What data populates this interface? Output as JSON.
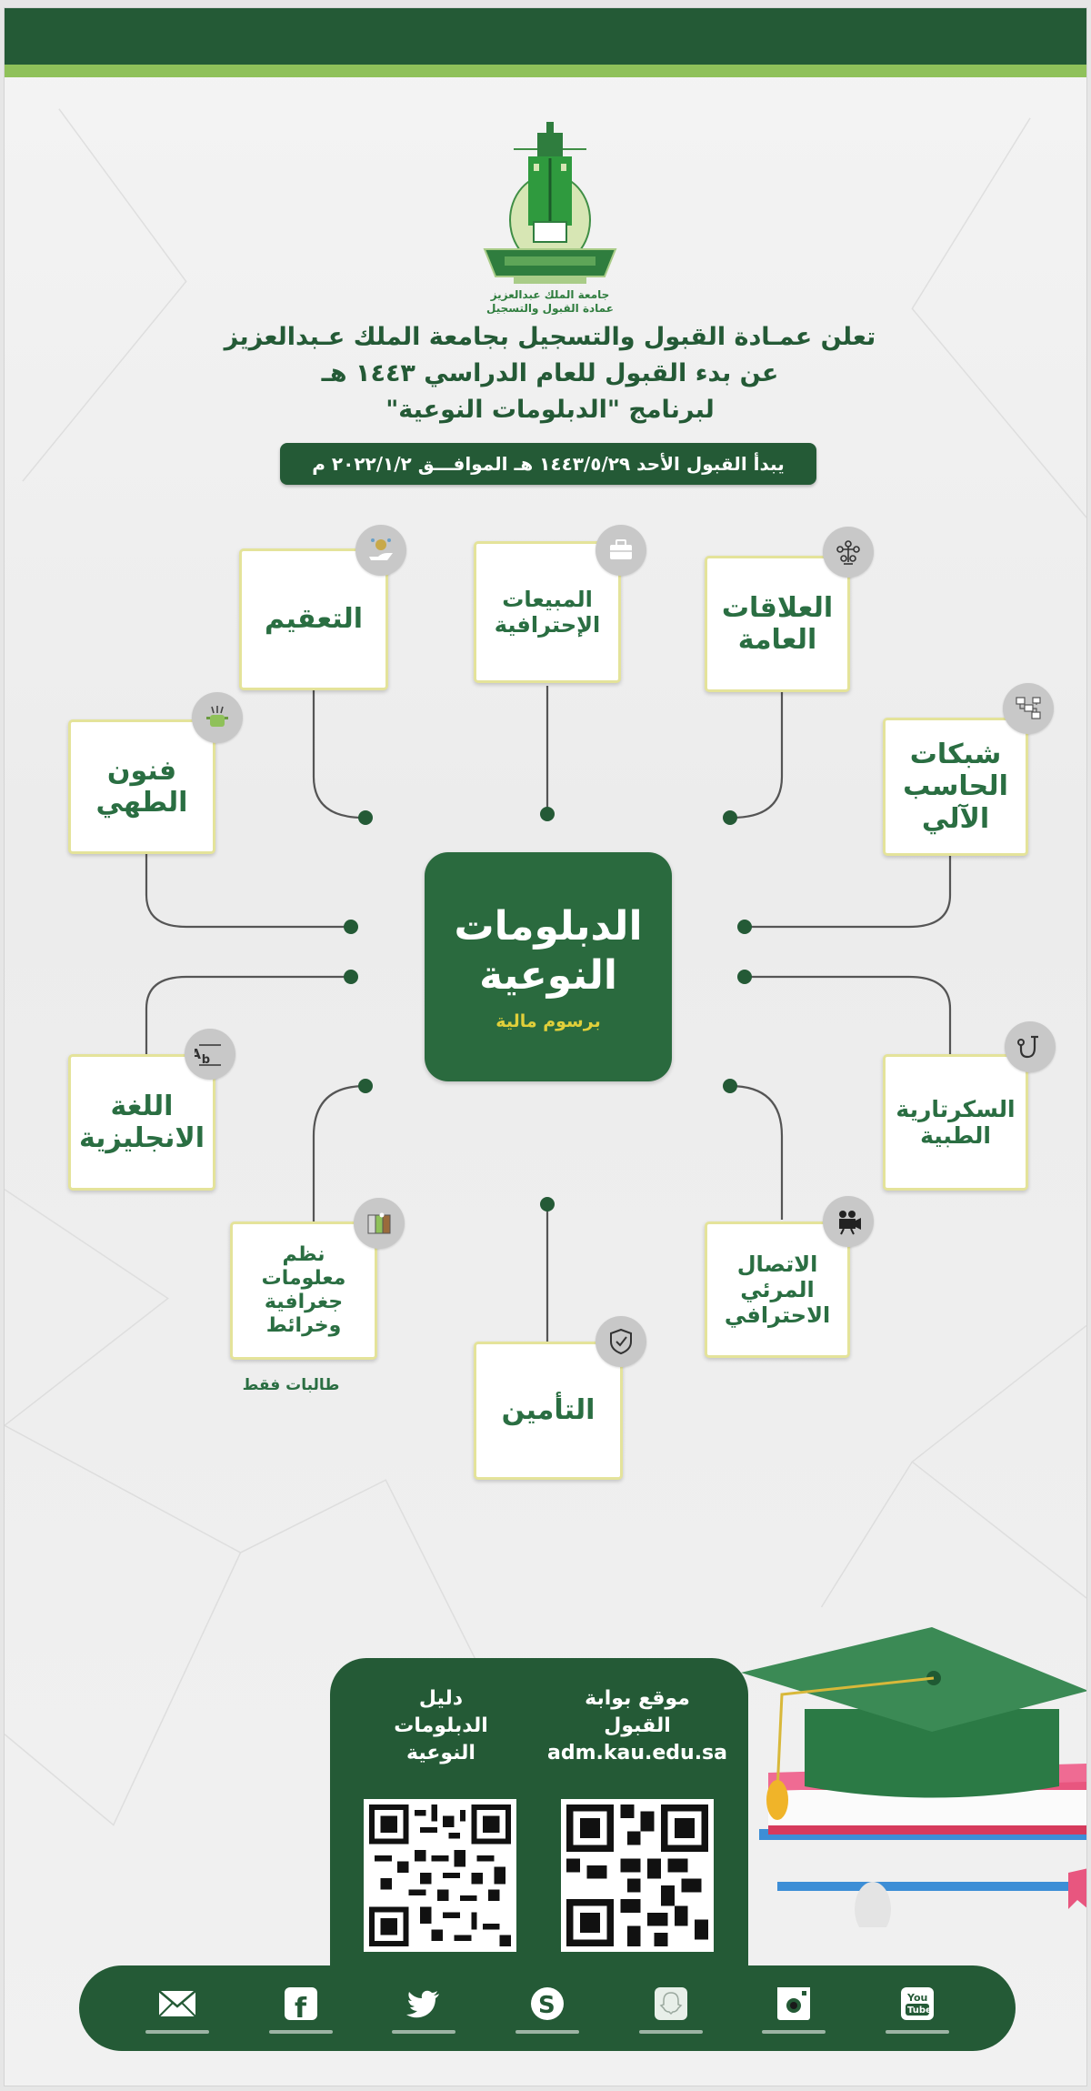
{
  "header": {
    "bar_color": "#245a36",
    "accent_color": "#8fc15a"
  },
  "logo": {
    "icon": "kau-university-logo",
    "caption_line1": "جامعة الملك عبدالعزيز",
    "caption_line2": "عمادة القبول والتسجيل"
  },
  "announcement": {
    "line1": "تعلن عمـادة القبول والتسجيل بجامعة الملك عـبدالعزيز",
    "line2": "عن بدء القبول للعام الدراسي ١٤٤٣ هـ",
    "line3": "لبرنامج \"الدبلومات النوعية\""
  },
  "date_bar": {
    "text": "يبدأ القبول الأحد  ١٤٤٣/٥/٢٩ هـ الموافـــق  ٢٠٢٢/١/٢ م"
  },
  "center": {
    "title": "الدبلومات\nالنوعية",
    "subtitle": "برسوم مالية"
  },
  "programs": [
    {
      "id": "taaqeem",
      "label": "التعقيم",
      "icon": "sanitizing-hand-icon"
    },
    {
      "id": "sales",
      "label": "المبيعات\nالإحترافية",
      "icon": "briefcase-icon"
    },
    {
      "id": "pr",
      "label": "العلاقات\nالعامة",
      "icon": "people-network-icon"
    },
    {
      "id": "cooking",
      "label": "فنون\nالطهي",
      "icon": "cooking-pot-icon"
    },
    {
      "id": "networks",
      "label": "شبكات\nالحاسب\nالآلي",
      "icon": "computer-network-icon"
    },
    {
      "id": "english",
      "label": "اللغة\nالانجليزية",
      "icon": "translate-ab-icon"
    },
    {
      "id": "medsec",
      "label": "السكرتارية\nالطبية",
      "icon": "stethoscope-icon"
    },
    {
      "id": "gis",
      "label": "نظم\nمعلومات\nجغرافية\nوخرائط",
      "icon": "map-icon"
    },
    {
      "id": "insurance",
      "label": "التأمين",
      "icon": "shield-check-icon"
    },
    {
      "id": "video",
      "label": "الاتصال\nالمرئي\nالاحترافي",
      "icon": "video-camera-icon"
    }
  ],
  "notes": {
    "gis_girls_only": "طالبات فقط"
  },
  "qr_panel": {
    "portal": {
      "title": "موقع بوابة\nالقبول",
      "url": "adm.kau.edu.sa",
      "icon": "qr-code-icon"
    },
    "guide": {
      "title": "دليل\nالدبلومات\nالنوعية",
      "icon": "qr-code-icon"
    }
  },
  "illustration": {
    "icon": "graduation-cap-books-illustration"
  },
  "social": [
    {
      "icon": "mail-icon"
    },
    {
      "icon": "facebook-icon"
    },
    {
      "icon": "twitter-icon"
    },
    {
      "icon": "skype-icon"
    },
    {
      "icon": "snapchat-icon"
    },
    {
      "icon": "instagram-icon"
    },
    {
      "icon": "youtube-icon"
    }
  ],
  "colors": {
    "primary_green": "#245a36",
    "card_text_green": "#2a6e42",
    "card_border": "#e4e39a",
    "subtitle_yellow": "#e0cf3a",
    "connector": "#555555",
    "dot": "#245a36"
  }
}
